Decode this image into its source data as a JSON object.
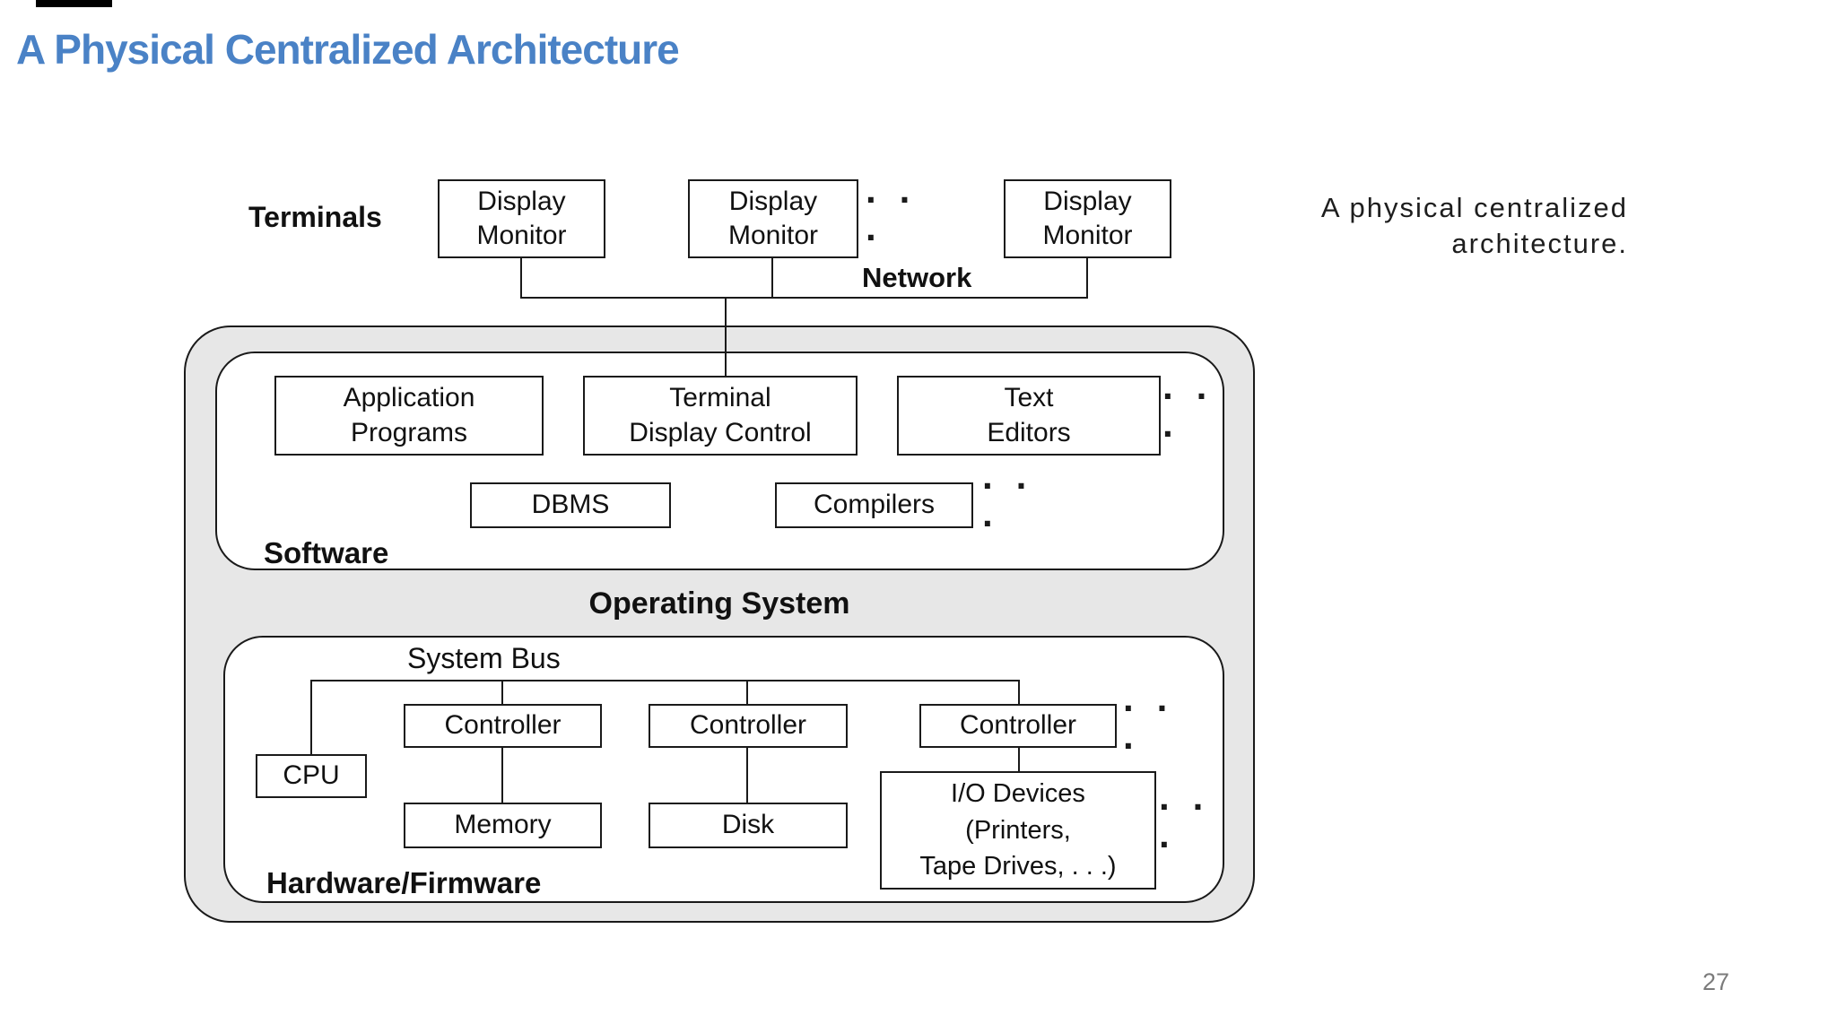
{
  "title": "A Physical Centralized Architecture",
  "page_number": "27",
  "caption": {
    "line1": "A physical centralized",
    "line2": "architecture."
  },
  "colors": {
    "title_blue": "#4a82c6",
    "container_gray": "#e7e7e7",
    "diagram_line": "#1a1a1a",
    "page_number_gray": "#7b7b7b"
  },
  "diagram": {
    "terminals_label": "Terminals",
    "network_label": "Network",
    "software_label": "Software",
    "operating_system_label": "Operating System",
    "system_bus_label": "System Bus",
    "hardware_label": "Hardware/Firmware",
    "ellipsis": "· · ·",
    "terminal_boxes": [
      {
        "label": "Display\nMonitor"
      },
      {
        "label": "Display\nMonitor"
      },
      {
        "label": "Display\nMonitor"
      }
    ],
    "software_boxes": {
      "application": "Application\nPrograms",
      "terminal_display": "Terminal\nDisplay Control",
      "text_editors": "Text\nEditors",
      "dbms": "DBMS",
      "compilers": "Compilers"
    },
    "hardware_boxes": {
      "cpu": "CPU",
      "controller1": "Controller",
      "controller2": "Controller",
      "controller3": "Controller",
      "memory": "Memory",
      "disk": "Disk",
      "io_devices": "I/O Devices\n(Printers,\nTape Drives, . . .)"
    }
  }
}
